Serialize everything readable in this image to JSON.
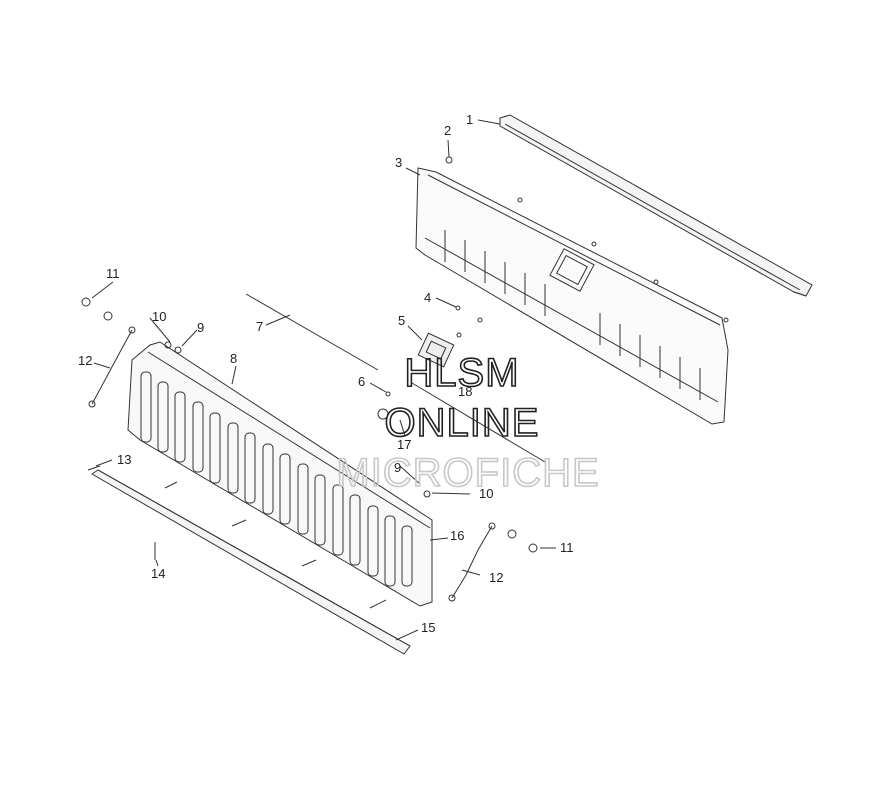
{
  "diagram": {
    "callouts": [
      {
        "id": "c1",
        "text": "1"
      },
      {
        "id": "c2",
        "text": "2"
      },
      {
        "id": "c3",
        "text": "3"
      },
      {
        "id": "c4",
        "text": "4"
      },
      {
        "id": "c5",
        "text": "5"
      },
      {
        "id": "c6",
        "text": "6"
      },
      {
        "id": "c7",
        "text": "7"
      },
      {
        "id": "c8",
        "text": "8"
      },
      {
        "id": "c9a",
        "text": "9"
      },
      {
        "id": "c9b",
        "text": "9"
      },
      {
        "id": "c10a",
        "text": "10"
      },
      {
        "id": "c10b",
        "text": "10"
      },
      {
        "id": "c11a",
        "text": "11"
      },
      {
        "id": "c11b",
        "text": "11"
      },
      {
        "id": "c12a",
        "text": "12"
      },
      {
        "id": "c12b",
        "text": "12"
      },
      {
        "id": "c13",
        "text": "13"
      },
      {
        "id": "c14",
        "text": "14"
      },
      {
        "id": "c15",
        "text": "15"
      },
      {
        "id": "c16",
        "text": "16"
      },
      {
        "id": "c17",
        "text": "17"
      },
      {
        "id": "c18",
        "text": "18"
      }
    ]
  },
  "watermark": {
    "line1": "HLSM",
    "line2": "ONLINE",
    "line3": "MICROFICHE"
  },
  "colors": {
    "line": "#333333",
    "watermark_dark": "#222222",
    "watermark_light": "#c8c8c8"
  }
}
